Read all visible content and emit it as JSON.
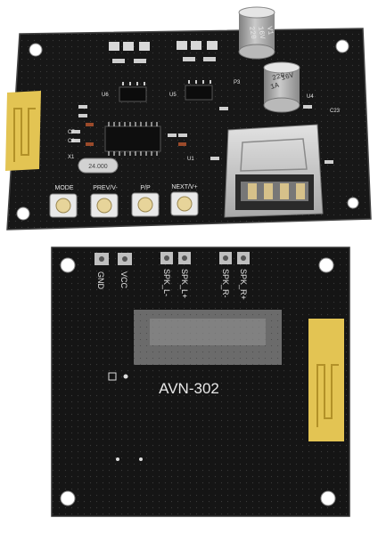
{
  "top_board": {
    "buttons": [
      "MODE",
      "PREV/V-",
      "P/P",
      "NEXT/V+"
    ],
    "cap1_text": [
      "220",
      "16V",
      "V1"
    ],
    "cap2_text": [
      "220",
      "16V",
      "1A"
    ],
    "crystal_text": "24.000",
    "refs": {
      "u1": "U1",
      "u4": "U4",
      "u5": "U5",
      "u6": "U6",
      "x1": "X1",
      "c7": "C7",
      "c8": "C8",
      "c23": "C23",
      "p3": "P3"
    }
  },
  "bottom_board": {
    "pins_left": [
      "GND",
      "VCC"
    ],
    "pins_right": [
      "SPK_L-",
      "SPK_L+",
      "SPK_R-",
      "SPK_R+"
    ],
    "model": "AVN-302"
  },
  "colors": {
    "pcb": "#161616",
    "pcb_edge": "#3a3a3a",
    "antenna_gold": "#e3c453",
    "silkscreen": "#e8e8e8",
    "usb_metal": "#c9c9c9",
    "button_cream": "#e7d49a"
  }
}
